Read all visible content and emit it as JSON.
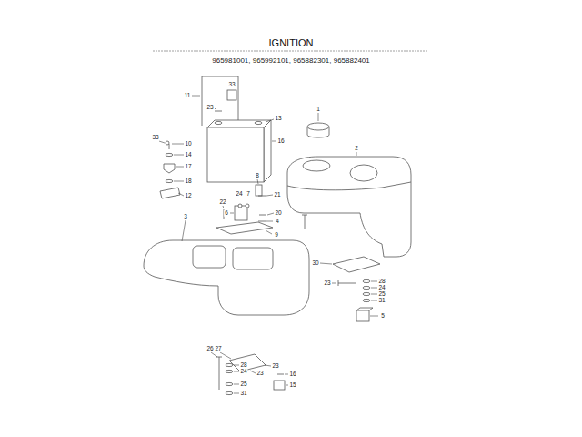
{
  "diagram": {
    "title": "IGNITION",
    "labels": [
      "965981001, 965992101, 965882301, 965882401",
      "33",
      "11",
      "23",
      "13",
      "16",
      "33",
      "10",
      "14",
      "17",
      "18",
      "12",
      "1",
      "2",
      "8",
      "22",
      "24",
      "7",
      "21",
      "6",
      "20",
      "4",
      "3",
      "9",
      "30",
      "28",
      "24",
      "23",
      "25",
      "31",
      "5",
      "26",
      "27",
      "28",
      "24",
      "23",
      "23",
      "25",
      "31",
      "16",
      "15"
    ]
  }
}
